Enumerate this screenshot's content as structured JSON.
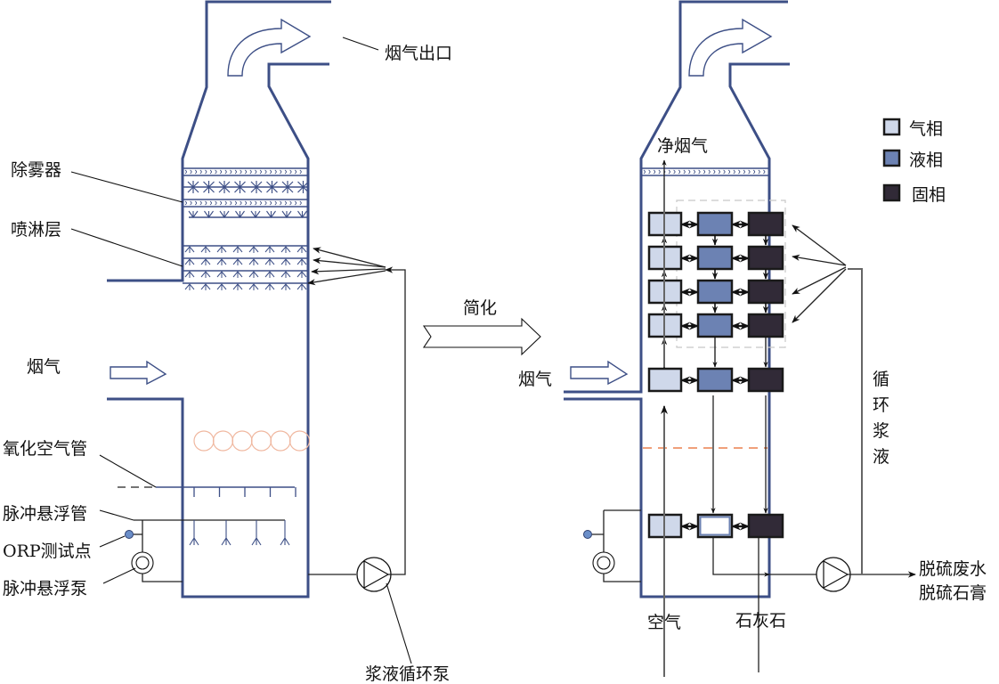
{
  "title": "Wet FGD absorber tower schematic and its simplified three-phase model",
  "colors": {
    "wall": "#3d4f86",
    "gas_phase": "#cfd8ea",
    "liquid_phase": "#6c82b3",
    "solid_phase": "#312a37",
    "oxidation_bubbles": "#f0b8a0",
    "slurry_level_dash": "#f0a07a",
    "orp_point": "#6b8fc9"
  },
  "left_diagram": {
    "labels": {
      "flue_gas_outlet": "烟气出口",
      "demister": "除雾器",
      "spray_layer": "喷淋层",
      "flue_gas_inlet": "烟气",
      "oxidation_air_pipe": "氧化空气管",
      "pulse_suspension_pipe": "脉冲悬浮管",
      "orp_test_point": "ORP测试点",
      "pulse_suspension_pump": "脉冲悬浮泵",
      "slurry_circulation_pump": "浆液循环泵"
    },
    "spray_layers": 4,
    "oxidation_bubbles": 6,
    "oxidation_nozzles": 5,
    "pulse_nozzles": 4
  },
  "transition": {
    "label": "简化"
  },
  "right_diagram": {
    "labels": {
      "clean_flue_gas": "净烟气",
      "flue_gas_inlet": "烟气",
      "circulating_slurry": [
        "循",
        "环",
        "浆",
        "液"
      ],
      "air": "空气",
      "limestone": "石灰石",
      "outputs": [
        "脱硫废水",
        "脱硫石膏"
      ]
    },
    "legend": [
      {
        "label": "气相",
        "color": "#cfd8ea"
      },
      {
        "label": "液相",
        "color": "#6c82b3"
      },
      {
        "label": "固相",
        "color": "#312a37"
      }
    ],
    "stages": {
      "spray_zone_rows": 4,
      "inlet_row": 1,
      "tank_row": 1,
      "columns": [
        "gas",
        "liquid",
        "solid"
      ]
    }
  }
}
